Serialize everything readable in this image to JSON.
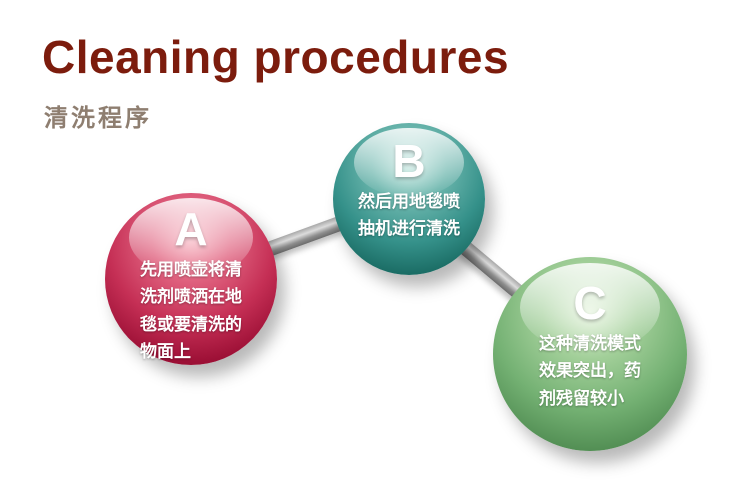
{
  "header": {
    "title": "Cleaning procedures",
    "subtitle": "清洗程序"
  },
  "colors": {
    "title": "#7c1c0d",
    "subtitle": "#8e7e70",
    "node_a": "#c52f55",
    "node_b": "#35918a",
    "node_c": "#74b173",
    "connector": "#8d8d8d",
    "node_text": "#ffffff"
  },
  "nodes": [
    {
      "id": "A",
      "label": "A",
      "lines": [
        "先用喷壶将清",
        "洗剂喷洒在地",
        "毯或要清洗的",
        "物面上"
      ]
    },
    {
      "id": "B",
      "label": "B",
      "lines": [
        "然后用地毯喷",
        "抽机进行清洗"
      ]
    },
    {
      "id": "C",
      "label": "C",
      "lines": [
        "这种清洗模式",
        "效果突出，药",
        "剂残留较小"
      ]
    }
  ],
  "connectors": [
    {
      "from": "A",
      "to": "B"
    },
    {
      "from": "B",
      "to": "C"
    }
  ]
}
